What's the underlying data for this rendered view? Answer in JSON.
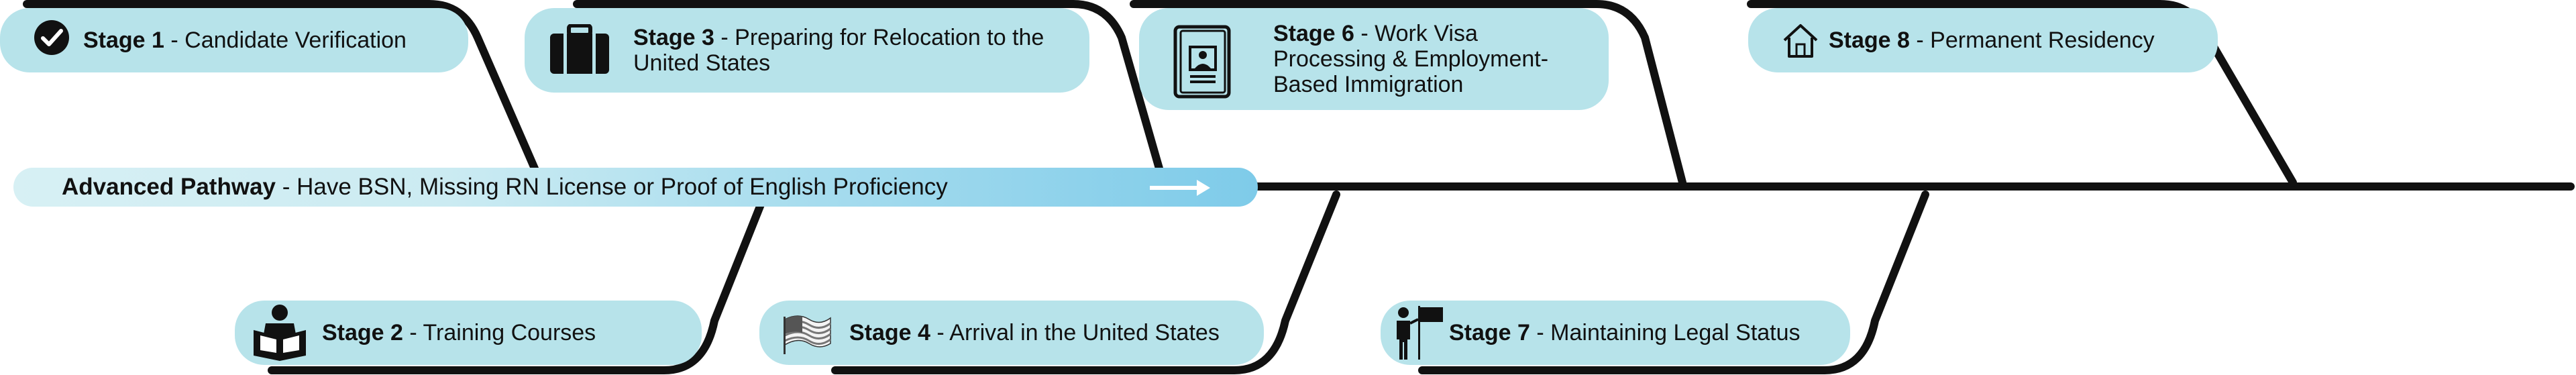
{
  "pathway": {
    "title": "Advanced Pathway",
    "description": " - Have BSN, Missing RN License or Proof of English Proficiency"
  },
  "stages": [
    {
      "title": "Stage 1",
      "description": " - Candidate Verification",
      "icon": "checkmark-badge-icon"
    },
    {
      "title": "Stage 2",
      "description": " - Training Courses",
      "icon": "reading-person-icon"
    },
    {
      "title": "Stage 3",
      "description": " - Preparing for Relocation to the United States",
      "icon": "briefcase-icon"
    },
    {
      "title": "Stage 4",
      "description": " - Arrival in the United States",
      "icon": "us-flag-icon"
    },
    {
      "title": "Stage 6",
      "description": " - Work Visa Processing & Employment-Based Immigration",
      "icon": "passport-icon"
    },
    {
      "title": "Stage 7",
      "description": " - Maintaining Legal Status",
      "icon": "person-with-flag-icon"
    },
    {
      "title": "Stage 8",
      "description": " - Permanent Residency",
      "icon": "house-icon"
    }
  ],
  "colors": {
    "pill": "#b7e3ea",
    "line": "#111111",
    "pathway_start": "#d7f0f4",
    "pathway_end": "#7ecbe9"
  }
}
